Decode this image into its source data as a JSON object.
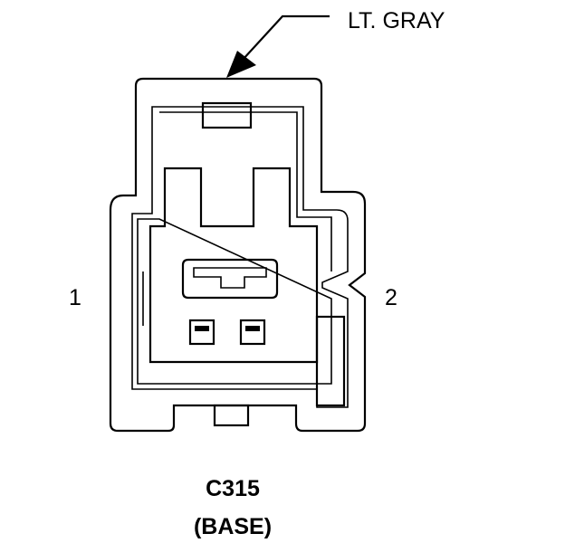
{
  "diagram": {
    "wire_color_label": "LT. GRAY",
    "pin_labels": [
      "1",
      "2"
    ],
    "connector_id": "C315",
    "connector_variant": "(BASE)"
  }
}
